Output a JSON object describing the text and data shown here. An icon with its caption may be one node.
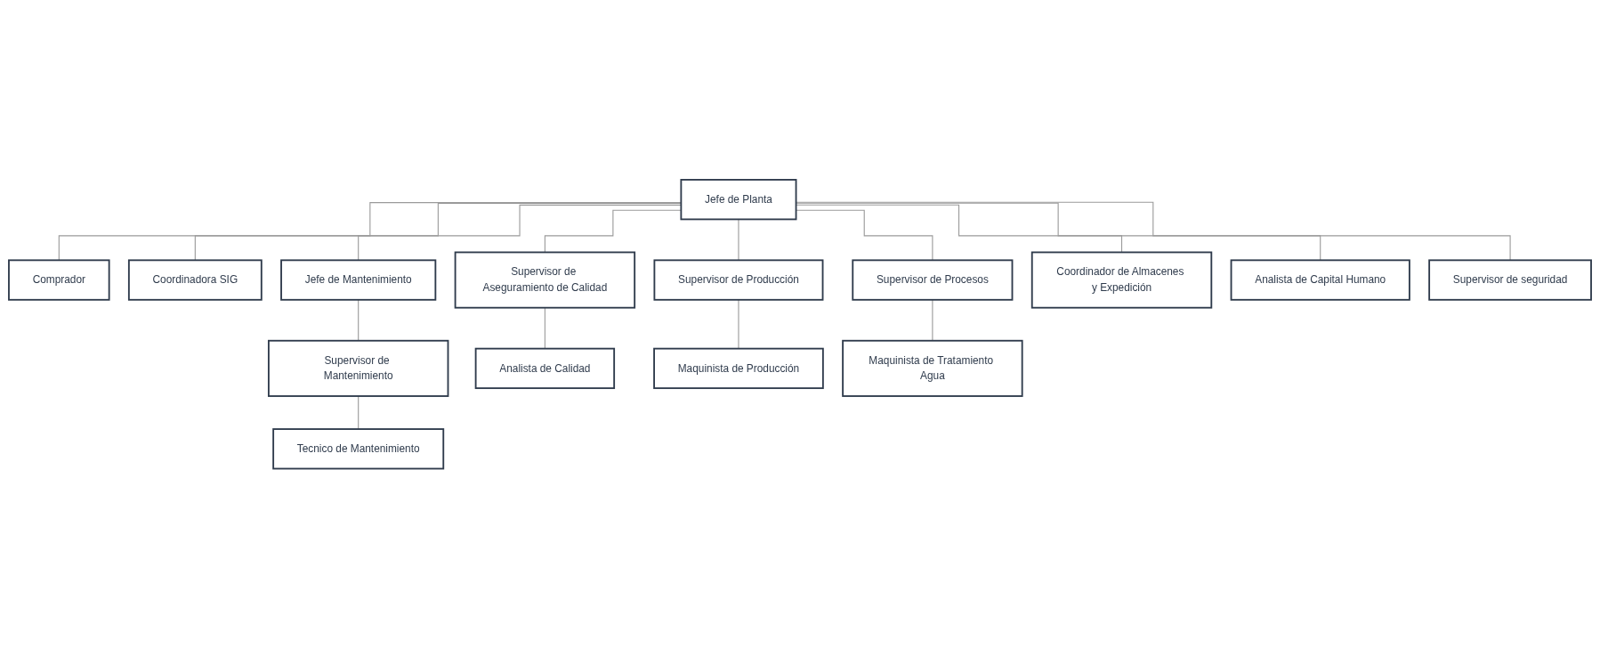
{
  "diagram": {
    "nodes": [
      {
        "text": [
          "Jefe de Planta"
        ]
      },
      {
        "text": [
          "Comprador"
        ]
      },
      {
        "text": [
          "Coordinadora SIG"
        ]
      },
      {
        "text": [
          "Jefe de Mantenimiento"
        ]
      },
      {
        "text": [
          "Supervisor de Aseguramiento de Calidad"
        ]
      },
      {
        "text": [
          "Supervisor de Producción"
        ]
      },
      {
        "text": [
          "Supervisor de Procesos"
        ]
      },
      {
        "text": [
          "Coordinador de Almacenes y Expedición"
        ]
      },
      {
        "text": [
          "Analista de Capital Humano"
        ]
      },
      {
        "text": [
          "Supervisor de seguridad"
        ]
      },
      {
        "text": [
          "Supervisor de Mantenimiento"
        ]
      },
      {
        "text": [
          "Analista de Calidad"
        ]
      },
      {
        "text": [
          "Maquinista de Producción"
        ]
      },
      {
        "text": [
          "Maquinista de Tratamiento Agua"
        ]
      },
      {
        "text": [
          "Tecnico de Mantenimiento"
        ]
      }
    ],
    "edges": [
      {
        "from": 0,
        "to": 1,
        "arrow": "none"
      },
      {
        "from": 0,
        "to": 2,
        "arrow": "none"
      },
      {
        "from": 0,
        "to": 3,
        "arrow": "none"
      },
      {
        "from": 0,
        "to": 4,
        "arrow": "none"
      },
      {
        "from": 0,
        "to": 5,
        "arrow": "none"
      },
      {
        "from": 0,
        "to": 6,
        "arrow": "none"
      },
      {
        "from": 0,
        "to": 7,
        "arrow": "none"
      },
      {
        "from": 0,
        "to": 8,
        "arrow": "none"
      },
      {
        "from": 0,
        "to": 9,
        "arrow": "none"
      },
      {
        "from": 3,
        "to": 10,
        "arrow": "none"
      },
      {
        "from": 10,
        "to": 14,
        "arrow": "none"
      },
      {
        "from": 4,
        "to": 11,
        "arrow": "none"
      },
      {
        "from": 5,
        "to": 12,
        "arrow": "none"
      },
      {
        "from": 6,
        "to": 13,
        "arrow": "none"
      }
    ]
  }
}
